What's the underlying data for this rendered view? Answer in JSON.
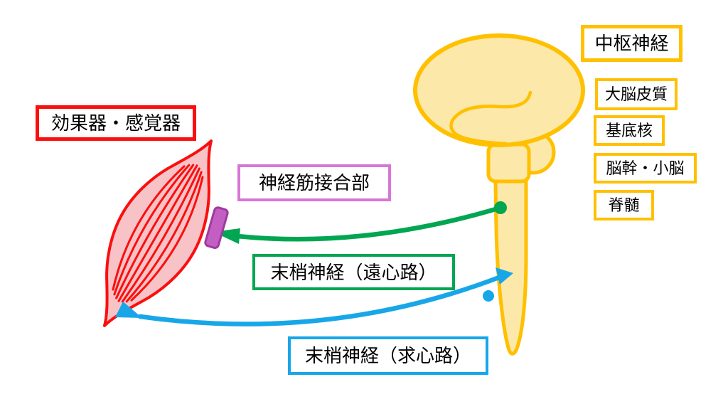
{
  "labels": {
    "effector": "効果器・感覚器",
    "neuromuscular_junction": "神経筋接合部",
    "efferent_nerve": "末梢神経（遠心路）",
    "afferent_nerve": "末梢神経（求心路）",
    "central_nervous_system": "中枢神経",
    "cerebral_cortex": "大脳皮質",
    "basal_ganglia": "基底核",
    "brainstem_cerebellum": "脳幹・小脳",
    "spinal_cord": "脊髄"
  },
  "colors": {
    "red": "#fa0f0f",
    "gold": "#ffc000",
    "brain_fill": "#fce8a8",
    "muscle_fill": "#f8c3c7",
    "green": "#00a651",
    "blue": "#17a7e8",
    "junction_fill": "#c35fc3",
    "junction_border": "#9e3a9e",
    "orchid_border": "#d876d8",
    "text": "#000000",
    "background": "#ffffff"
  }
}
